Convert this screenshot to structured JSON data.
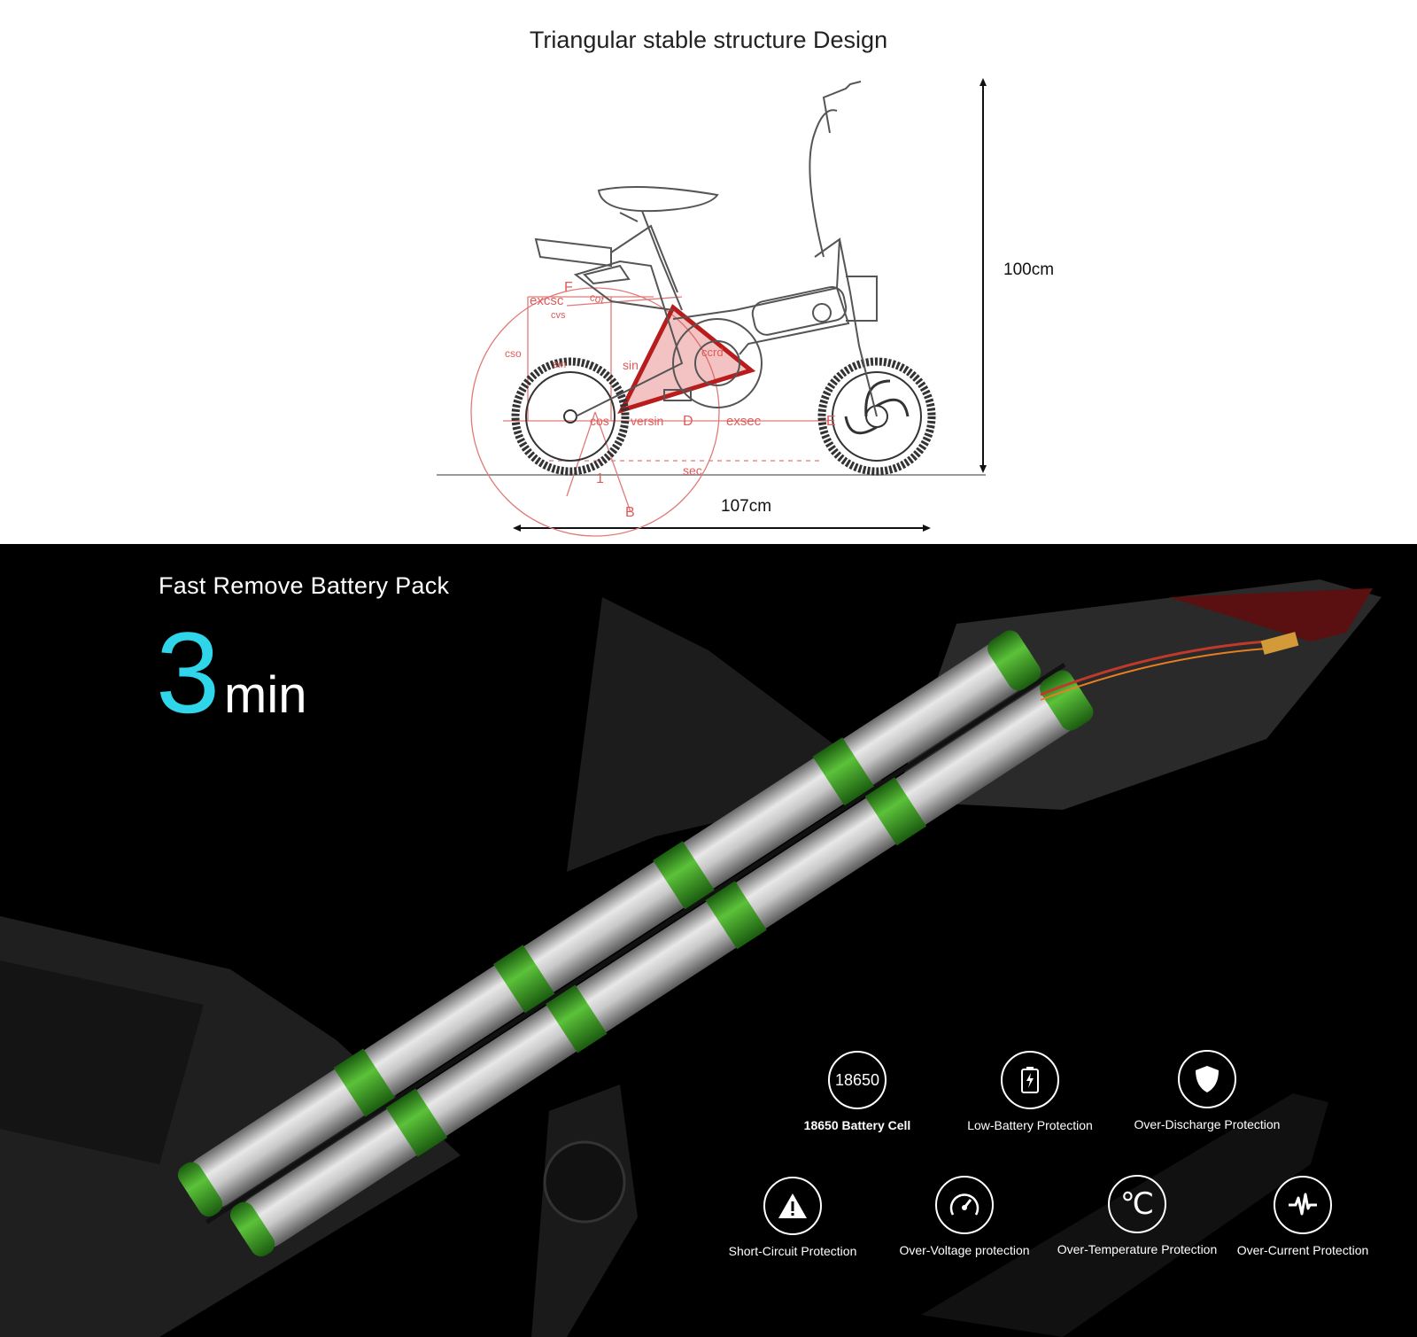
{
  "design": {
    "title": "Triangular stable structure  Design",
    "height_label": "100cm",
    "length_label": "107cm",
    "diagram_labels": {
      "excsc": "excsc",
      "cot": "cot",
      "cvs": "cvs",
      "cso": "cso",
      "sin": "sin",
      "sin2": "sin",
      "cos": "cos",
      "versin": "versin",
      "exsec": "exsec",
      "sec": "sec",
      "ccrd": "ccrd",
      "F": "F",
      "D": "D",
      "E": "E",
      "B": "B",
      "one": "1"
    }
  },
  "battery": {
    "title": "Fast  Remove Battery Pack",
    "time_value": "3",
    "time_unit": "min",
    "features": [
      {
        "label": "18650 Battery Cell",
        "icon": "18650",
        "icon_name": "cell-icon"
      },
      {
        "label": "Low-Battery Protection",
        "icon_name": "low-battery-icon"
      },
      {
        "label": "Over-Discharge Protection",
        "icon_name": "shield-icon"
      },
      {
        "label": "Short-Circuit Protection",
        "icon_name": "warning-icon"
      },
      {
        "label": "Over-Voltage protection",
        "icon_name": "gauge-icon"
      },
      {
        "label": "Over-Temperature Protection",
        "icon": "℃",
        "icon_name": "thermometer-icon"
      },
      {
        "label": "Over-Current Protection",
        "icon_name": "pulse-icon"
      }
    ]
  },
  "colors": {
    "accent": "#2fd6ea",
    "diagram_red": "#d9534f",
    "cell_green": "#2e8b1e"
  }
}
